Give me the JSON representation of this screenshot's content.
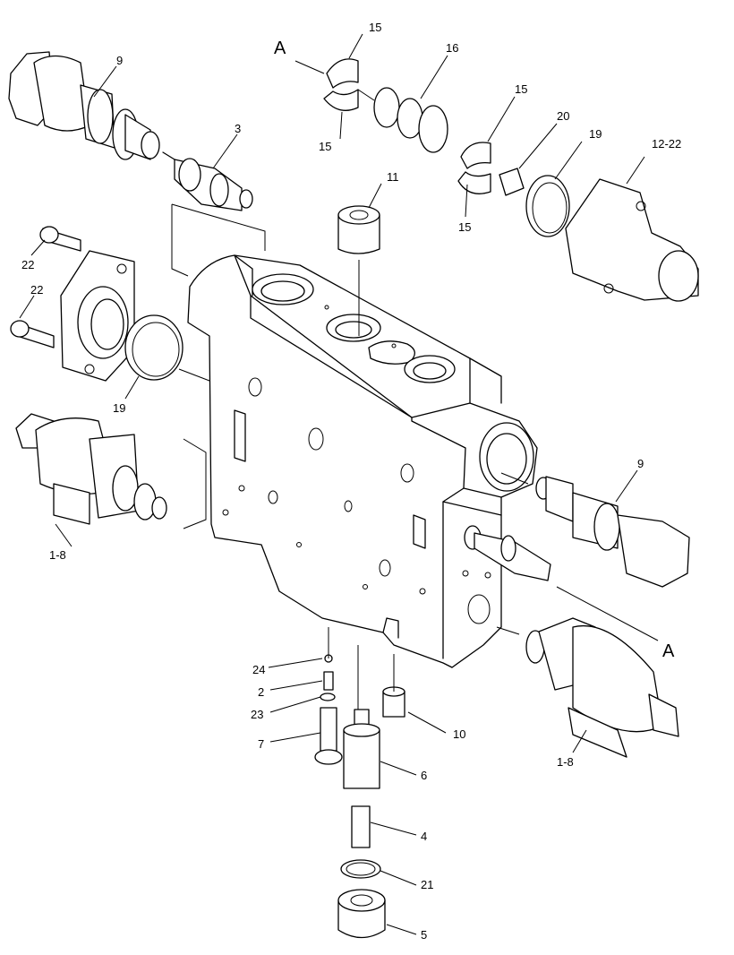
{
  "parts": {
    "p9a": "9",
    "p3": "3",
    "p15a": "15",
    "p15b": "15",
    "p16": "16",
    "p15c": "15",
    "p15d": "15",
    "p20": "20",
    "p19a": "19",
    "p1222": "12-22",
    "p11": "11",
    "p22a": "22",
    "p22b": "22",
    "p19b": "19",
    "p18a": "1-8",
    "p9b": "9",
    "p24": "24",
    "p2": "2",
    "p23": "23",
    "p7": "7",
    "p10": "10",
    "p6": "6",
    "p4": "4",
    "p21": "21",
    "p5": "5",
    "p18b": "1-8"
  },
  "refs": {
    "a_top": "A",
    "a_right": "A"
  }
}
